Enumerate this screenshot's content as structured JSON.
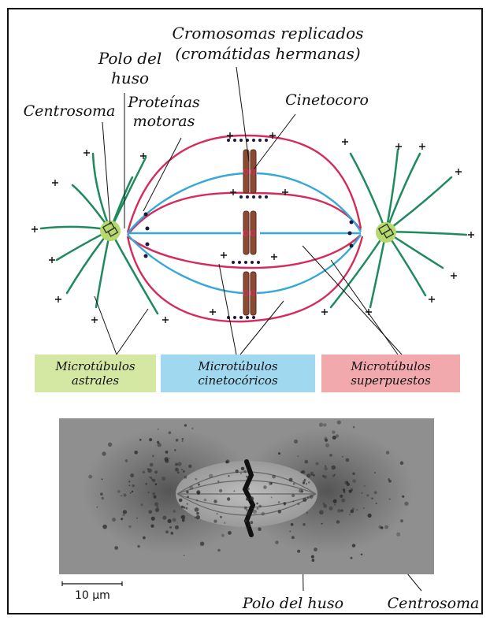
{
  "labels": {
    "cromosomas_line1": "Cromosomas replicados",
    "cromosomas_line2": "(cromátidas hermanas)",
    "polo_line1": "Polo del",
    "polo_line2": "huso",
    "proteinas_line1": "Proteínas",
    "proteinas_line2": "motoras",
    "centrosoma": "Centrosoma",
    "cinetocoro": "Cinetocoro"
  },
  "legend": [
    {
      "line1": "Microtúbulos",
      "line2": "astrales",
      "color": "#d4e8a3"
    },
    {
      "line1": "Microtúbulos",
      "line2": "cinetocóricos",
      "color": "#9fd8ef"
    },
    {
      "line1": "Microtúbulos",
      "line2": "superpuestos",
      "color": "#f2a9ae"
    }
  ],
  "micrograph": {
    "scale_bar": "10 µm",
    "polo_label": "Polo del huso",
    "centrosoma_label": "Centrosoma"
  },
  "colors": {
    "astral": "#1e8a5e",
    "kinetochore_mt": "#35a8d8",
    "overlap_mt": "#d52b5a",
    "chromosome": "#8a4b32",
    "centrosome": "#b5d96a"
  }
}
